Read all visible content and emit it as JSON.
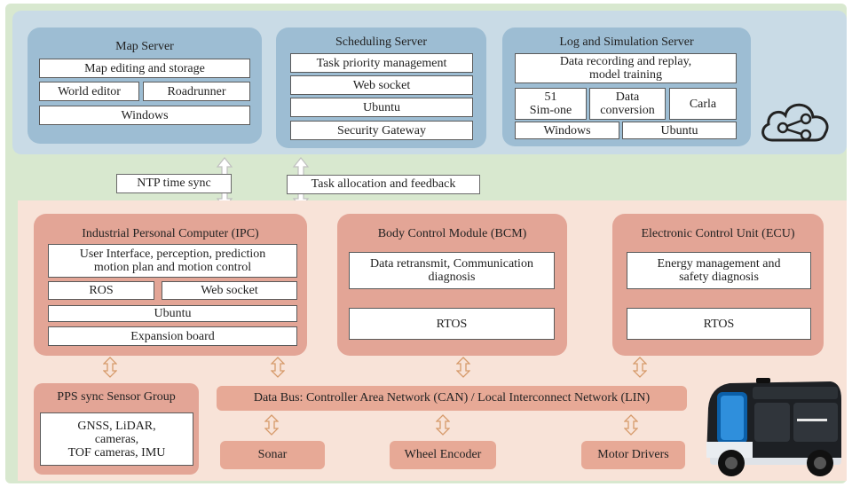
{
  "servers": {
    "map": {
      "title": "Map Server",
      "rows": [
        "Map editing and storage",
        "World editor",
        "Roadrunner",
        "Windows"
      ]
    },
    "scheduling": {
      "title": "Scheduling Server",
      "rows": [
        "Task priority management",
        "Web socket",
        "Ubuntu",
        "Security Gateway"
      ]
    },
    "log": {
      "title": "Log and Simulation Server",
      "recording": "Data recording and replay,\nmodel training",
      "sim_one": "51\nSim-one",
      "conversion": "Data\nconversion",
      "carla": "Carla",
      "windows": "Windows",
      "ubuntu": "Ubuntu"
    }
  },
  "links": {
    "ntp": "NTP time sync",
    "task": "Task allocation and feedback"
  },
  "ipc": {
    "title": "Industrial Personal Computer (IPC)",
    "functions": "User Interface, perception, prediction\nmotion plan and motion control",
    "ros": "ROS",
    "websocket": "Web socket",
    "ubuntu": "Ubuntu",
    "expansion": "Expansion board"
  },
  "bcm": {
    "title": "Body Control Module (BCM)",
    "functions": "Data retransmit, Communication\ndiagnosis",
    "os": "RTOS"
  },
  "ecu": {
    "title": "Electronic Control Unit (ECU)",
    "functions": "Energy management and\nsafety diagnosis",
    "os": "RTOS"
  },
  "sensors": {
    "title": "PPS sync Sensor Group",
    "list": "GNSS, LiDAR,\ncameras,\nTOF cameras, IMU"
  },
  "bus": {
    "label": "Data Bus: Controller Area Network (CAN) / Local Interconnect Network (LIN)"
  },
  "devices": {
    "sonar": "Sonar",
    "wheel": "Wheel Encoder",
    "motor": "Motor Drivers"
  },
  "colors": {
    "cloud_band": "#c9dbe6",
    "server_box": "#9dbdd3",
    "vehicle_band": "#f8e3d8",
    "module_box": "#e3a596",
    "outer_frame": "#d8e8cf"
  },
  "icons": [
    "cloud-network-icon",
    "vehicle-icon",
    "double-arrow-icon"
  ]
}
